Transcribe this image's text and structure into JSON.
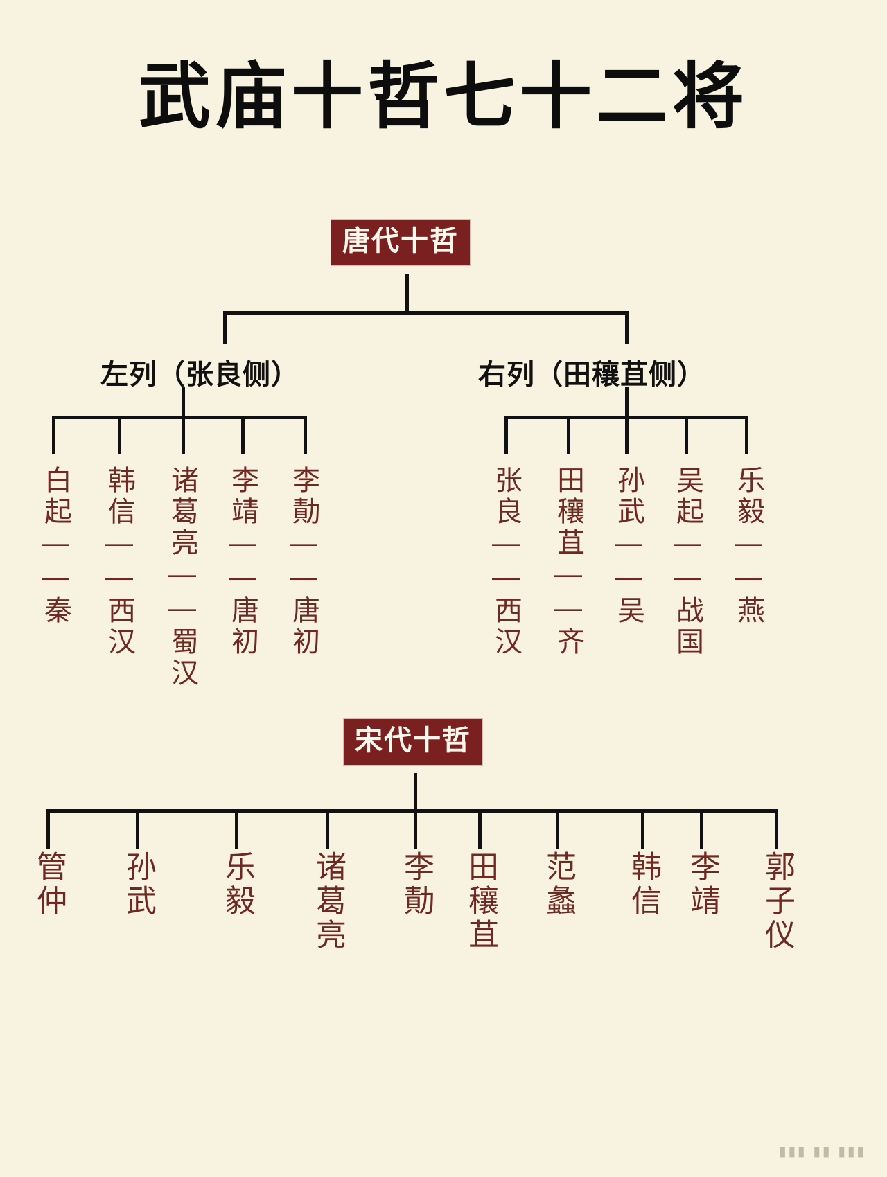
{
  "title": "武庙十哲七十二将",
  "background_color": "#f7f3e0",
  "accent_color": "#7b2020",
  "leaf_text_color": "#6e2a22",
  "line_color": "#111111",
  "tang": {
    "box_label": "唐代十哲",
    "left_group": {
      "header": "左列（张良侧）",
      "items": [
        {
          "label": "白起——秦"
        },
        {
          "label": "韩信——西汉"
        },
        {
          "label": "诸葛亮——蜀汉"
        },
        {
          "label": "李靖——唐初"
        },
        {
          "label": "李勣——唐初"
        }
      ]
    },
    "right_group": {
      "header": "右列（田穰苴侧）",
      "items": [
        {
          "label": "张良——西汉"
        },
        {
          "label": "田穰苴——齐"
        },
        {
          "label": "孙武——吴"
        },
        {
          "label": "吴起——战国"
        },
        {
          "label": "乐毅——燕"
        }
      ]
    }
  },
  "song": {
    "box_label": "宋代十哲",
    "items": [
      {
        "label": "管仲"
      },
      {
        "label": "孙武"
      },
      {
        "label": "乐毅"
      },
      {
        "label": "诸葛亮"
      },
      {
        "label": "李勣"
      },
      {
        "label": "田穰苴"
      },
      {
        "label": "范蠡"
      },
      {
        "label": "韩信"
      },
      {
        "label": "李靖"
      },
      {
        "label": "郭子仪"
      }
    ]
  },
  "watermark": "▮▮▮ ▮▮ ▮▮▮"
}
